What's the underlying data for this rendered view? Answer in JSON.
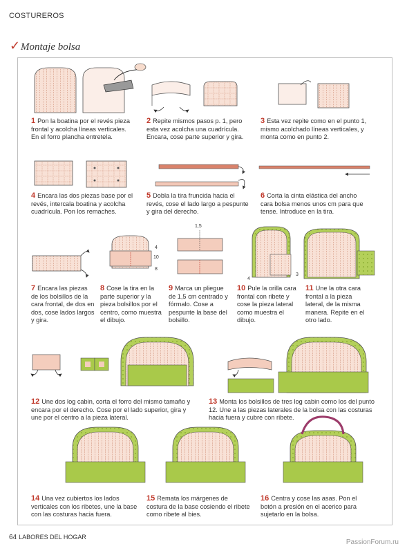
{
  "header": {
    "section": "COSTUREROS",
    "title": "Montaje bolsa"
  },
  "steps": [
    {
      "num": "1",
      "text": "Pon la boatina por el revés pieza frontal y acolcha líneas verticales. En el forro plancha entretela."
    },
    {
      "num": "2",
      "text": "Repite mismos pasos p. 1, pero esta vez acolcha una cuadrícula. Encara, cose parte superior y gira."
    },
    {
      "num": "3",
      "text": "Esta vez repite como en el punto 1, mismo acolchado líneas verticales, y monta como en punto 2."
    },
    {
      "num": "4",
      "text": "Encara las dos piezas base por el revés, intercala boatina y acolcha cuadrícula. Pon los remaches."
    },
    {
      "num": "5",
      "text": "Dobla la tira fruncida hacia el revés, cose el lado largo a pespunte y gira del derecho."
    },
    {
      "num": "6",
      "text": "Corta la cinta elástica del ancho cara bolsa menos unos cm para que tense. Introduce en la tira."
    },
    {
      "num": "7",
      "text": "Encara las piezas de los bolsillos de la cara frontal, de dos en dos, cose lados largos y gira."
    },
    {
      "num": "8",
      "text": "Cose la tira en la parte superior y la pieza bolsillos por el centro, como muestra el dibujo."
    },
    {
      "num": "9",
      "text": "Marca un pliegue de 1,5 cm centrado y fórmalo. Cose a pespunte la base del bolsillo."
    },
    {
      "num": "10",
      "text": "Pule la orilla cara frontal con ribete y cose la pieza lateral como muestra el dibujo."
    },
    {
      "num": "11",
      "text": "Une la otra cara frontal a la pieza lateral, de la misma manera. Repite en el otro lado."
    },
    {
      "num": "12",
      "text": "Une dos log cabin, corta el forro del mismo tamaño y encara por el derecho. Cose por el lado superior, gira y une por el centro a la pieza lateral."
    },
    {
      "num": "13",
      "text": "Monta los bolsillos de tres log cabin como los del punto 12. Une a las piezas laterales de la bolsa con las costuras hacia fuera y cubre con ribete."
    },
    {
      "num": "14",
      "text": "Una vez cubiertos los lados verticales con los ribetes, une la base con las costuras hacia fuera."
    },
    {
      "num": "15",
      "text": "Remata los márgenes de costura de la base cosiendo el ribete como ribete al bies."
    },
    {
      "num": "16",
      "text": "Centra y cose las asas. Pon el botón a presión en el acerico para sujetarlo en la bolsa."
    }
  ],
  "measures": {
    "m15": "1,5",
    "m4a": "4",
    "m10": "10",
    "m8": "8",
    "m4b": "4",
    "m3": "3"
  },
  "footer": {
    "page": "64",
    "magazine": "LABORES DEL HOGAR",
    "watermark": "PassionForum.ru"
  },
  "colors": {
    "accent": "#c0392b",
    "fabric_pink": "#f6d9cc",
    "fabric_green": "#a9c94a",
    "stripe": "#d9a38e"
  },
  "icons": [
    "check-icon",
    "iron-icon",
    "arrow-icon"
  ]
}
